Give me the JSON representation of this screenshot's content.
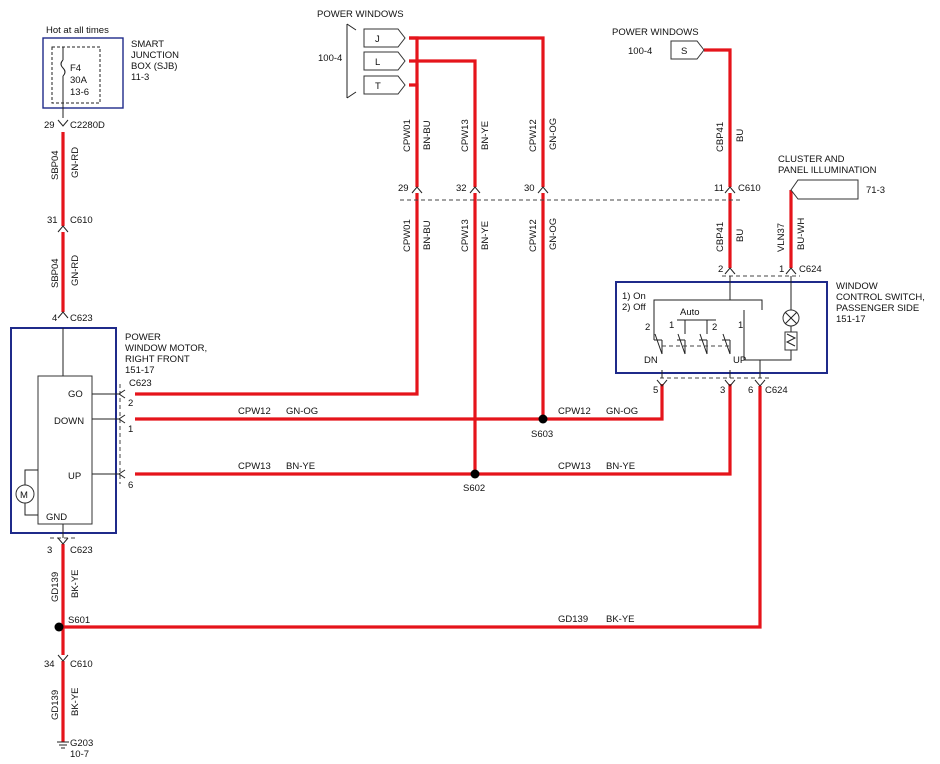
{
  "labels": {
    "hot_at_all_times": "Hot at all times",
    "fuse_id": "F4",
    "fuse_rating": "30A",
    "fuse_ref": "13-6",
    "sjb_line1": "SMART",
    "sjb_line2": "JUNCTION",
    "sjb_line3": "BOX (SJB)",
    "sjb_ref": "11-3",
    "motor_line1": "POWER",
    "motor_line2": "WINDOW MOTOR,",
    "motor_line3": "RIGHT FRONT",
    "motor_ref": "151-17",
    "motor_go": "GO",
    "motor_down": "DOWN",
    "motor_up": "UP",
    "motor_gnd": "GND",
    "motor_symbol": "M",
    "pw_left_title": "POWER WINDOWS",
    "pw_left_ref": "100-4",
    "pw_pin_j": "J",
    "pw_pin_l": "L",
    "pw_pin_t": "T",
    "pw_right_title": "POWER WINDOWS",
    "pw_right_ref": "100-4",
    "pw_pin_s": "S",
    "cluster_line1": "CLUSTER AND",
    "cluster_line2": "PANEL ILLUMINATION",
    "cluster_ref": "71-3",
    "switch_line1": "WINDOW",
    "switch_line2": "CONTROL SWITCH,",
    "switch_line3": "PASSENGER SIDE",
    "switch_ref": "151-17",
    "switch_on": "1) On",
    "switch_off": "2) Off",
    "switch_auto": "Auto",
    "switch_dn": "DN",
    "switch_up": "UP",
    "switch_num_2": "2",
    "switch_num_1a": "1",
    "switch_num_2b": "2",
    "switch_num_1b": "1"
  },
  "connectors": {
    "c2280d": "C2280D",
    "c610": "C610",
    "c623": "C623",
    "c624": "C624"
  },
  "pins": {
    "p29_top": "29",
    "p31": "31",
    "p4": "4",
    "p2_motor": "2",
    "p1_motor": "1",
    "p6_motor": "6",
    "p3_gnd": "3",
    "p34": "34",
    "p29_c610": "29",
    "p32_c610": "32",
    "p30_c610": "30",
    "p11_c610": "11",
    "p2_c624": "2",
    "p1_c624": "1",
    "p5_c624": "5",
    "p3_c624": "3",
    "p6_c624": "6"
  },
  "splices": {
    "s601": "S601",
    "s602": "S602",
    "s603": "S603"
  },
  "ground": {
    "id": "G203",
    "ref": "10-7"
  },
  "wires": {
    "sbp04": "SBP04",
    "gn_rd": "GN-RD",
    "cpw01": "CPW01",
    "bn_bu": "BN-BU",
    "cpw13": "CPW13",
    "bn_ye": "BN-YE",
    "cpw12": "CPW12",
    "gn_og": "GN-OG",
    "cbp41": "CBP41",
    "bu": "BU",
    "vln37": "VLN37",
    "bu_wh": "BU-WH",
    "gd139": "GD139",
    "bk_ye": "BK-YE"
  },
  "colors": {
    "wire": "#e5141b",
    "component_border": "#1f2a8a",
    "ink": "#111111"
  }
}
